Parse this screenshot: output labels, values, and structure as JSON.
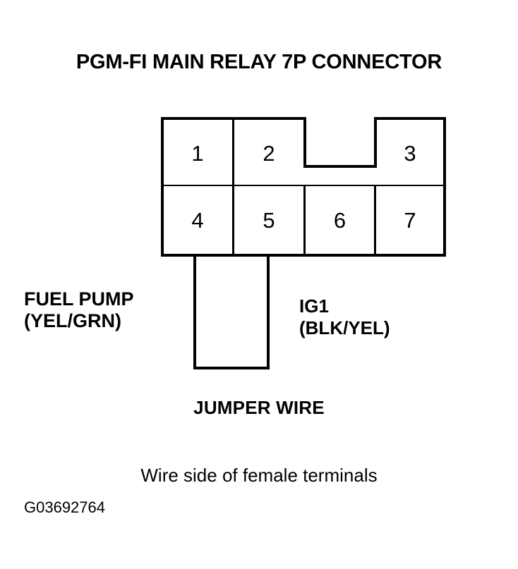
{
  "figure": {
    "title": "PGM-FI MAIN RELAY 7P CONNECTOR",
    "id_code": "G03692764",
    "caption": "Wire side of female terminals",
    "jumper_label": "JUMPER WIRE",
    "line_color": "#000000",
    "background_color": "#ffffff"
  },
  "connector": {
    "terminal_count": 7,
    "top_row": [
      {
        "number": "1"
      },
      {
        "number": "2"
      },
      {
        "number": "3"
      }
    ],
    "bottom_row": [
      {
        "number": "4"
      },
      {
        "number": "5"
      },
      {
        "number": "6"
      },
      {
        "number": "7"
      }
    ]
  },
  "wire_labels": [
    {
      "name": "FUEL PUMP",
      "color_code": "(YEL/GRN)"
    },
    {
      "name": "IG1",
      "color_code": "(BLK/YEL)"
    }
  ]
}
